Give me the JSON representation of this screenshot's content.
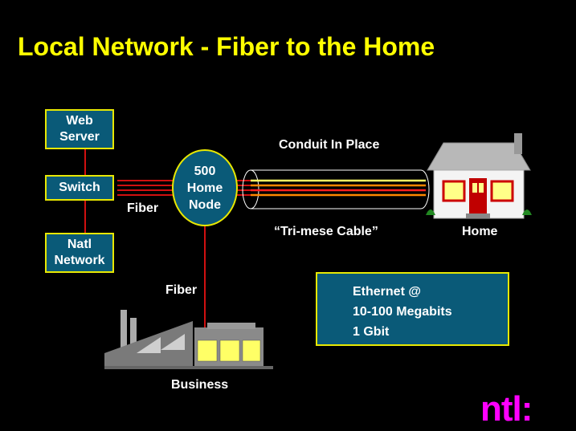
{
  "slide": {
    "title": "Local Network - Fiber to the Home",
    "web_server": [
      "Web",
      "Server"
    ],
    "switch": "Switch",
    "natl_network": [
      "Natl",
      "Network"
    ],
    "fiber_left": "Fiber",
    "fiber_bottom": "Fiber",
    "node": [
      "500",
      "Home",
      "Node"
    ],
    "conduit_label": "Conduit In Place",
    "cable_label": "“Tri-mese Cable”",
    "home_label": "Home",
    "business_label": "Business",
    "ethernet": [
      "Ethernet @",
      "10-100 Megabits",
      "1 Gbit"
    ],
    "logo": "ntl:"
  },
  "colors": {
    "background": "#000000",
    "title": "#ffff00",
    "box_fill": "#0a5a78",
    "box_border": "#e8e800",
    "fiber": "#d01010",
    "logo": "#ff00ff"
  }
}
